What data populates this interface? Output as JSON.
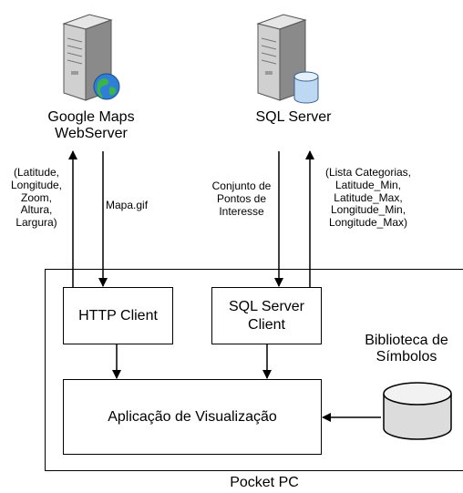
{
  "nodes": {
    "google_server": "Google Maps\nWebServer",
    "sql_server": "SQL Server",
    "http_client": "HTTP Client",
    "sql_client": "SQL Server\nClient",
    "app": "Aplicação de Visualização",
    "symbol_lib": "Biblioteca de\nSímbolos",
    "pocket_pc": "Pocket PC"
  },
  "edge_labels": {
    "google_request": "(Latitude,\nLongitude,\nZoom,\nAltura,\nLargura)",
    "google_response": "Mapa.gif",
    "sql_response": "Conjunto de\nPontos de\nInteresse",
    "sql_request": "(Lista Categorias,\nLatitude_Min,\nLatitude_Max,\nLongitude_Min,\nLongitude_Max)"
  },
  "icons": [
    "server-icon",
    "globe-icon",
    "database-icon"
  ]
}
